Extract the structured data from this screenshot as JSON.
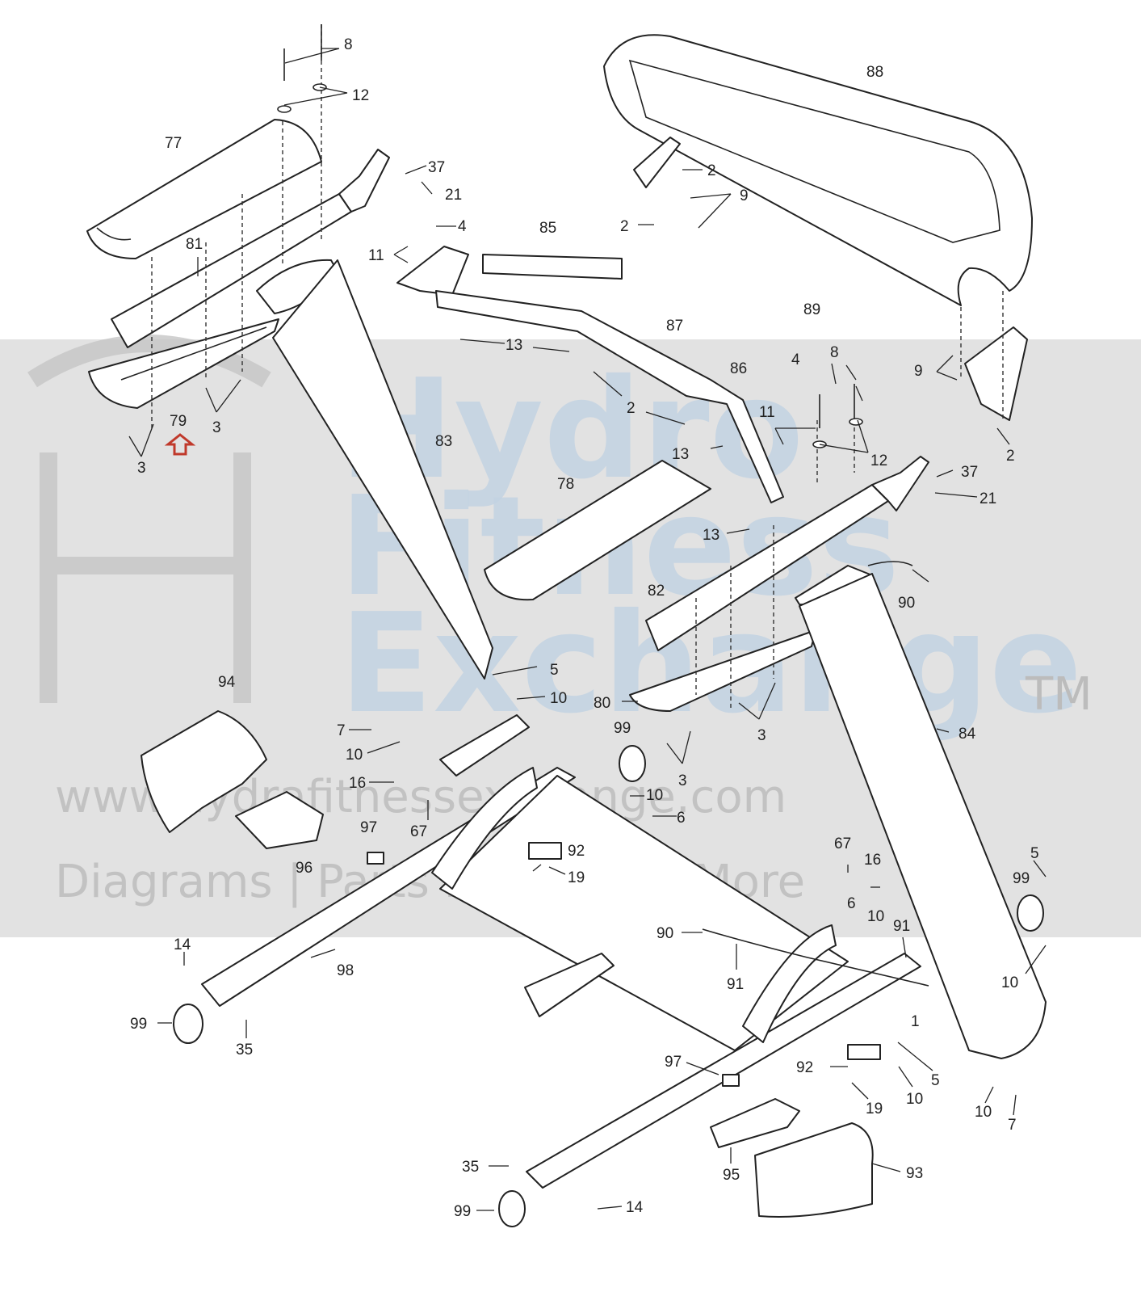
{
  "watermark": {
    "brand_line_1": "Hydro",
    "brand_line_2": "Fitness",
    "brand_line_3": "Exchange",
    "trademark": "TM",
    "website": "www.hydrafitnessexchange.com",
    "tagline": "Diagrams | Parts Lists | And More"
  },
  "highlight": {
    "target_part": "79",
    "color": "#c0392b"
  },
  "callouts": {
    "c8a": "8",
    "c12a": "12",
    "c77": "77",
    "c37a": "37",
    "c21a": "21",
    "c4a": "4",
    "c11a": "11",
    "c85": "85",
    "c81": "81",
    "c88": "88",
    "c2a": "2",
    "c9a": "9",
    "c2b": "2",
    "c89": "89",
    "c13a": "13",
    "c87": "87",
    "c79": "79",
    "c3a": "3",
    "c3b": "3",
    "c2c": "2",
    "c86": "86",
    "c4b": "4",
    "c8b": "8",
    "c11b": "11",
    "c9b": "9",
    "c2d": "2",
    "c83": "83",
    "c13b": "13",
    "c12b": "12",
    "c37b": "37",
    "c21b": "21",
    "c78": "78",
    "c13c": "13",
    "c90a": "90",
    "c82": "82",
    "c5a": "5",
    "c10a": "10",
    "c94": "94",
    "c80": "80",
    "c3c": "3",
    "c84": "84",
    "c7a": "7",
    "c10b": "10",
    "c99a": "99",
    "c3d": "3",
    "c16a": "16",
    "c10c": "10",
    "c6a": "6",
    "c67a": "67",
    "c97a": "97",
    "c92a": "92",
    "c96": "96",
    "c19a": "19",
    "c67b": "67",
    "c16b": "16",
    "c5b": "5",
    "c99b": "99",
    "c6b": "6",
    "c10d": "10",
    "c91": "91",
    "c90b": "90",
    "c14a": "14",
    "c98": "98",
    "c10e": "10",
    "c1": "1",
    "c99c": "99",
    "c35a": "35",
    "c97b": "97",
    "c92b": "92",
    "c5c": "5",
    "c10f": "10",
    "c19b": "19",
    "c10g": "10",
    "c7b": "7",
    "c35b": "35",
    "c95": "95",
    "c93": "93",
    "c99d": "99",
    "c14b": "14"
  }
}
